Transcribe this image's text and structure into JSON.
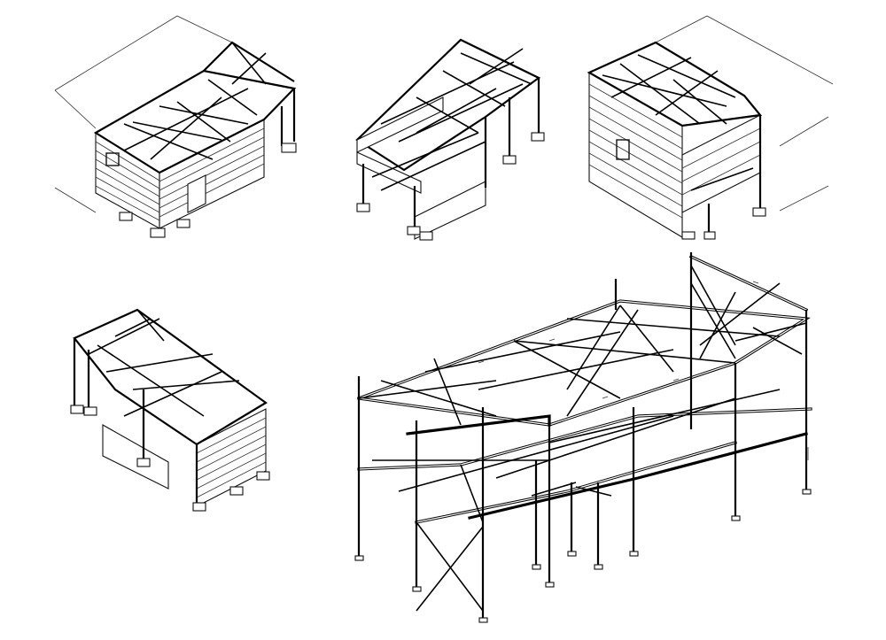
{
  "title": "",
  "views": [
    {
      "id": "iso-view-1",
      "kind": "clad-building"
    },
    {
      "id": "iso-view-2",
      "kind": "partial-clad-frame"
    },
    {
      "id": "iso-view-3",
      "kind": "clad-building"
    },
    {
      "id": "iso-view-4",
      "kind": "partial-clad-frame"
    },
    {
      "id": "iso-view-5",
      "kind": "steel-frame-detail"
    }
  ]
}
